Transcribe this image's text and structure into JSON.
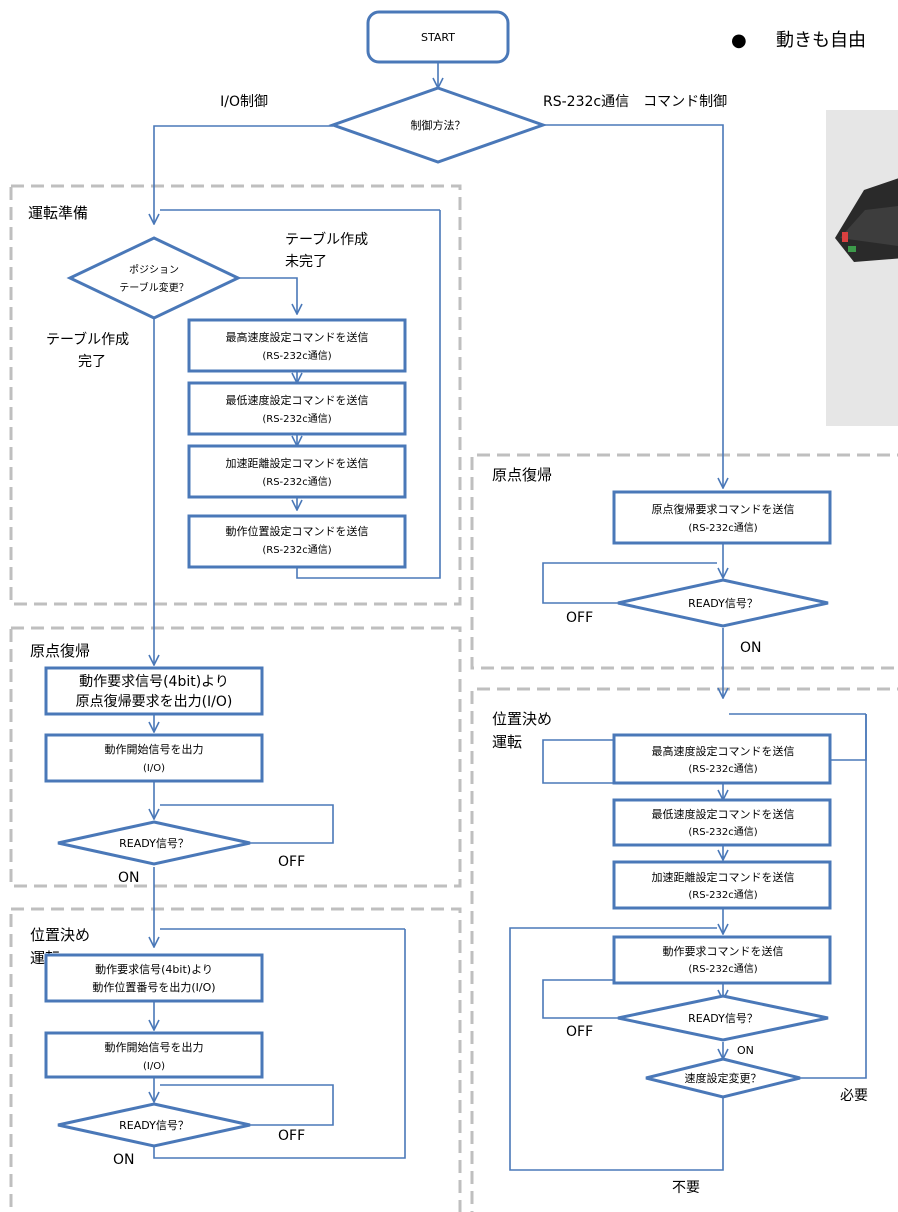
{
  "header": {
    "bullet": "●",
    "text": "動きも自由"
  },
  "start": "START",
  "top": {
    "decision": "制御方法？",
    "left_label": "I/O制御",
    "right_label": "RS-232c通信　コマンド制御"
  },
  "left": {
    "prep": {
      "title": "運転準備",
      "decision_l1": "ポジション",
      "decision_l2": "テーブル変更？",
      "incomplete_l1": "テーブル作成",
      "incomplete_l2": "未完了",
      "complete_l1": "テーブル作成",
      "complete_l2": "完了",
      "steps": [
        {
          "l1": "最高速度設定コマンドを送信",
          "l2": "(RS-232c通信)"
        },
        {
          "l1": "最低速度設定コマンドを送信",
          "l2": "(RS-232c通信)"
        },
        {
          "l1": "加速距離設定コマンドを送信",
          "l2": "(RS-232c通信)"
        },
        {
          "l1": "動作位置設定コマンドを送信",
          "l2": "(RS-232c通信)"
        }
      ]
    },
    "home": {
      "title": "原点復帰",
      "box1_l1": "動作要求信号(4bit)より",
      "box1_l2": "原点復帰要求を出力(I/O)",
      "box2_l1": "動作開始信号を出力",
      "box2_l2": "(I/O)",
      "decision": "READY信号？",
      "off": "OFF",
      "on": "ON"
    },
    "pos": {
      "title_l1": "位置決め",
      "title_l2": "運転",
      "box1_l1": "動作要求信号(4bit)より",
      "box1_l2": "動作位置番号を出力(I/O)",
      "box2_l1": "動作開始信号を出力",
      "box2_l2": "(I/O)",
      "decision": "READY信号？",
      "off": "OFF",
      "on": "ON"
    }
  },
  "right": {
    "home": {
      "title": "原点復帰",
      "box_l1": "原点復帰要求コマンドを送信",
      "box_l2": "(RS-232c通信)",
      "decision": "READY信号？",
      "off": "OFF",
      "on": "ON"
    },
    "pos": {
      "title_l1": "位置決め",
      "title_l2": "運転",
      "steps": [
        {
          "l1": "最高速度設定コマンドを送信",
          "l2": "(RS-232c通信)"
        },
        {
          "l1": "最低速度設定コマンドを送信",
          "l2": "(RS-232c通信)"
        },
        {
          "l1": "加速距離設定コマンドを送信",
          "l2": "(RS-232c通信)"
        },
        {
          "l1": "動作要求コマンドを送信",
          "l2": "(RS-232c通信)"
        }
      ],
      "decision": "READY信号？",
      "off": "OFF",
      "on": "ON",
      "speed_decision": "速度設定変更？",
      "needed": "必要",
      "not_needed": "不要"
    }
  },
  "colors": {
    "flow_blue": "#4a78b8",
    "frame_gray": "#bfbfbf"
  }
}
